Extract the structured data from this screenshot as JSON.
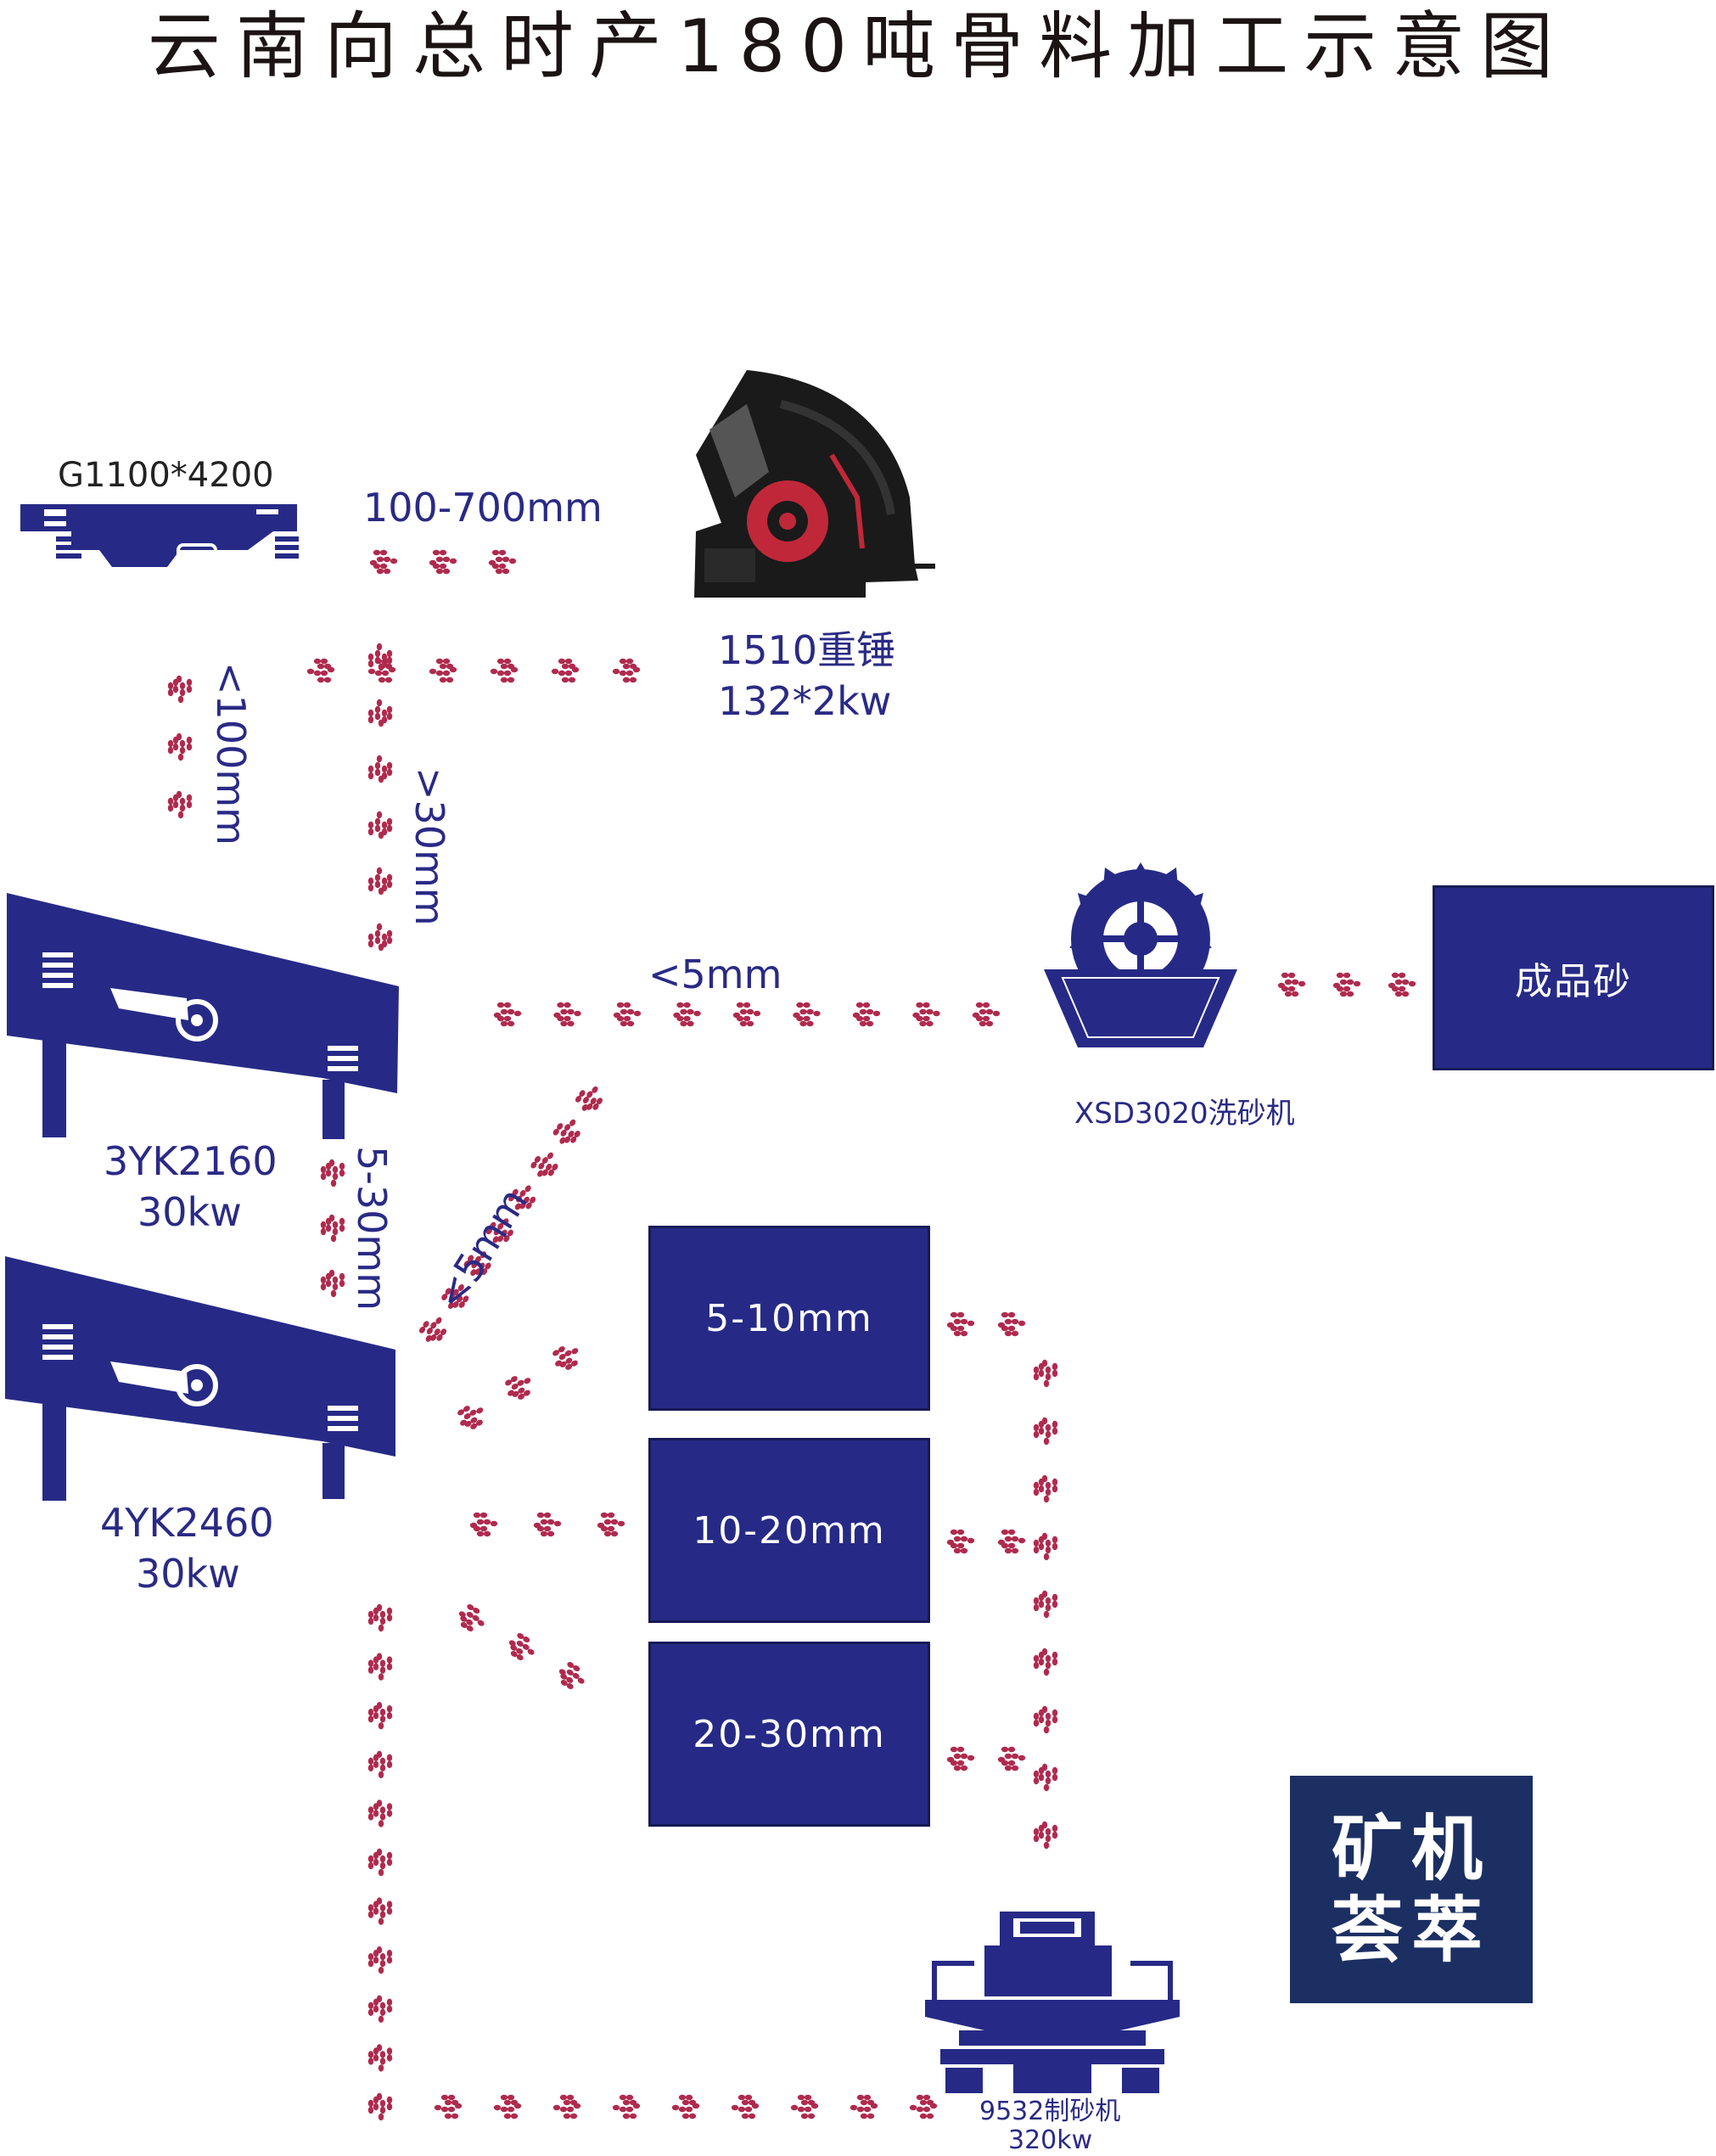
{
  "title": "云南向总时产180吨骨料加工示意图",
  "colors": {
    "machine_blue": "#262a86",
    "arrow_red": "#b02a4e",
    "text_blue": "#2a2a86",
    "logo_bg": "#1c2f63"
  },
  "machines": {
    "feeder": {
      "label": "G1100*4200"
    },
    "hammer_crusher": {
      "line1": "1510重锤",
      "line2": "132*2kw"
    },
    "screen1": {
      "line1": "3YK2160",
      "line2": "30kw"
    },
    "screen2": {
      "line1": "4YK2460",
      "line2": "30kw"
    },
    "sand_washer": {
      "label": "XSD3020洗砂机"
    },
    "sand_maker": {
      "line1": "9532制砂机",
      "line2": "320kw"
    }
  },
  "flow_labels": {
    "feed_size": "100-700mm",
    "lt100": "<100mm",
    "gt30": ">30mm",
    "lt5_top": "<5mm",
    "r5_30": "5-30mm",
    "lt5_diag": "<5mm"
  },
  "product_boxes": {
    "finished_sand": "成品砂",
    "p5_10": "5-10mm",
    "p10_20": "10-20mm",
    "p20_30": "20-30mm"
  },
  "logo": {
    "line1": "矿机",
    "line2": "荟萃"
  }
}
